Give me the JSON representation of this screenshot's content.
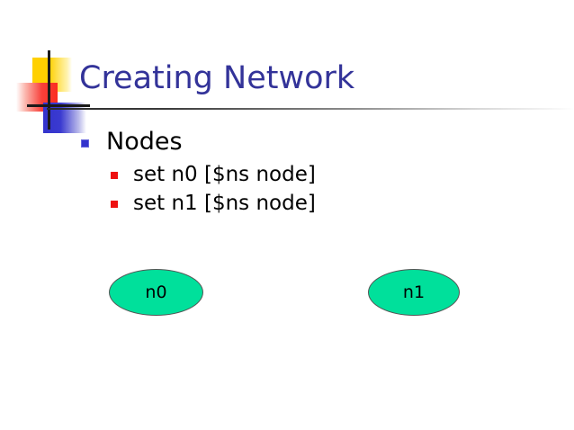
{
  "slide": {
    "title": "Creating Network",
    "title_color": "#333399",
    "background": "#ffffff"
  },
  "logo": {
    "yellow": "#ffd000",
    "red": "#f8403a",
    "blue": "#3333cc",
    "line": "#1a1a1a"
  },
  "body": {
    "bullets": [
      {
        "level": 1,
        "text": "Nodes",
        "marker_color": "#3333cc"
      },
      {
        "level": 2,
        "text": "set n0 [$ns node]",
        "marker_color": "#ee1111"
      },
      {
        "level": 2,
        "text": "set n1 [$ns node]",
        "marker_color": "#ee1111"
      }
    ]
  },
  "diagram": {
    "fill_color": "#00e09b",
    "stroke_color": "#555555",
    "nodes": [
      {
        "id": "n0",
        "label": "n0"
      },
      {
        "id": "n1",
        "label": "n1"
      }
    ]
  }
}
